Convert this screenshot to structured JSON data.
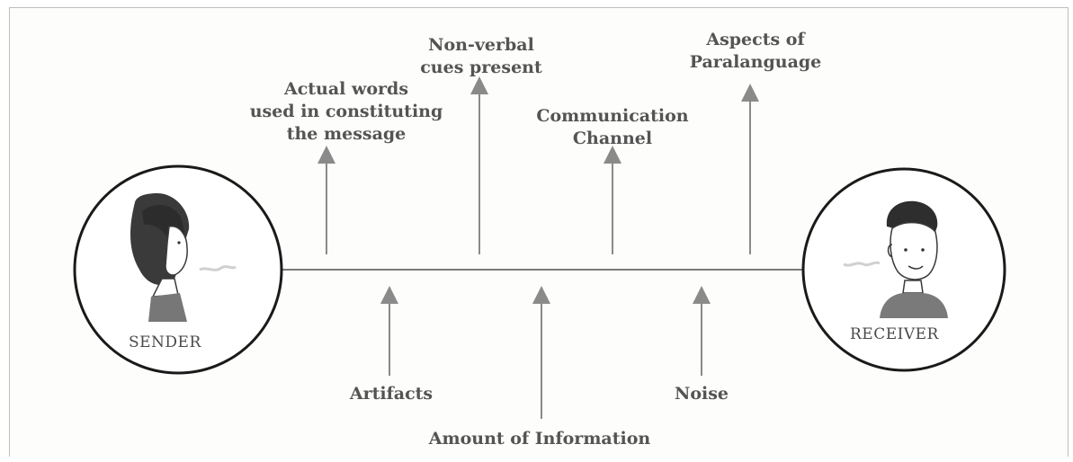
{
  "sender": {
    "label": "SENDER"
  },
  "receiver": {
    "label": "RECEIVER"
  },
  "labels": {
    "actual_words": "Actual words\nused in constituting\nthe message",
    "non_verbal": "Non-verbal\ncues present",
    "channel": "Communication\nChannel",
    "paralanguage": "Aspects of\nParalanguage",
    "artifacts": "Artifacts",
    "amount": "Amount of Information",
    "noise": "Noise"
  },
  "colors": {
    "line": "#7a7a7a",
    "arrow": "#8a8a8a",
    "text": "#545454"
  }
}
